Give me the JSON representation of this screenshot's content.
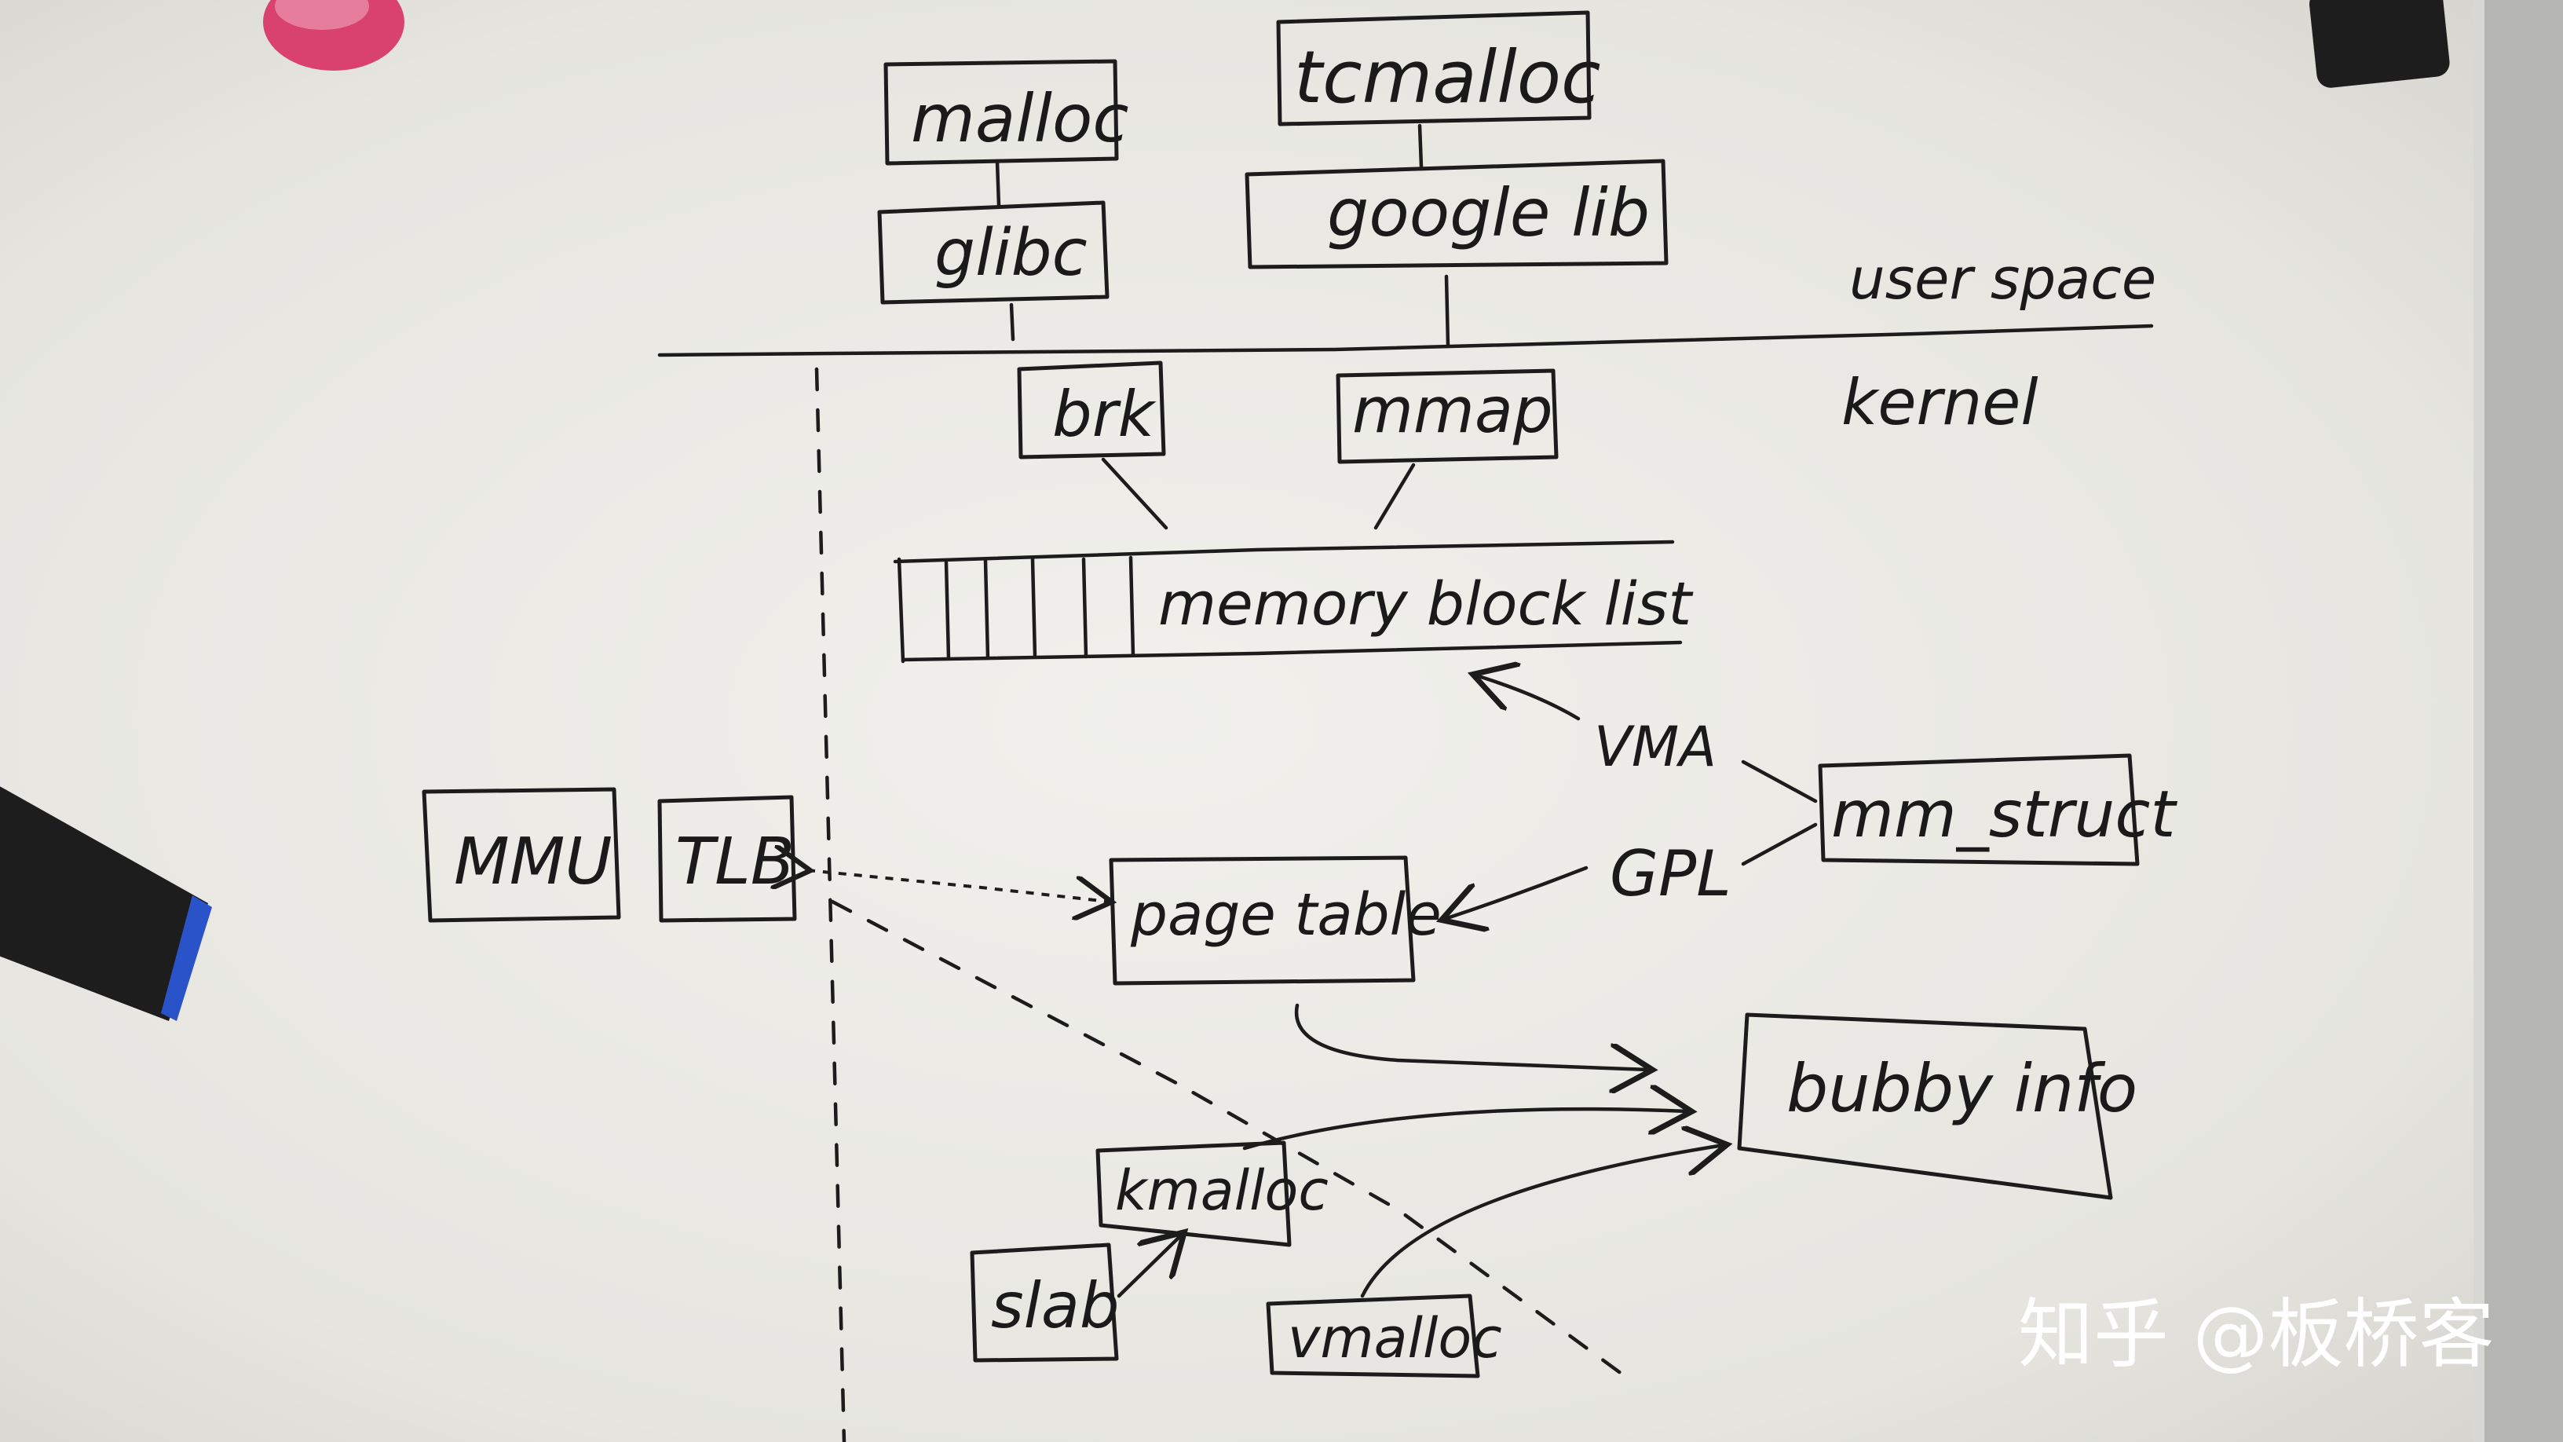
{
  "labels": {
    "malloc": "malloc",
    "glibc": "glibc",
    "tcmalloc": "tcmalloc",
    "google_lib": "google lib",
    "user_space": "user space",
    "kernel": "kernel",
    "brk": "brk",
    "mmap": "mmap",
    "memory_block_list": "memory block list",
    "vma": "VMA",
    "gpl": "GPL",
    "mm_struct": "mm_struct",
    "mmu": "MMU",
    "tlb": "TLB",
    "page_table": "page table",
    "bubby_info": "bubby info",
    "kmalloc": "kmalloc",
    "slab": "slab",
    "vmalloc": "vmalloc"
  },
  "watermark": "知乎 @板桥客",
  "colors": {
    "board": "#ecebe6",
    "ink": "#1c1c1c",
    "frame": "#b9b9b6",
    "magnet": "#d9426e",
    "eraser": "#1d1d1d",
    "eraser_edge": "#2b53c9"
  }
}
